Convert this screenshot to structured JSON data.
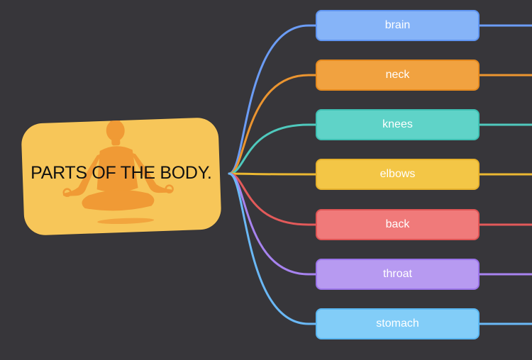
{
  "central_topic": {
    "title": "PARTS OF THE BODY.",
    "background_color": "#f7c659",
    "illustration": "meditating-person-icon",
    "illustration_color": "#f09a35"
  },
  "topics": [
    {
      "label": "brain",
      "color": "#86b4f8",
      "border": "#5f95f2"
    },
    {
      "label": "neck",
      "color": "#f1a240",
      "border": "#e58a1f"
    },
    {
      "label": "knees",
      "color": "#5fd3c8",
      "border": "#3fc0b3"
    },
    {
      "label": "elbows",
      "color": "#f3c646",
      "border": "#e6b12c"
    },
    {
      "label": "back",
      "color": "#f07a7a",
      "border": "#e05555"
    },
    {
      "label": "throat",
      "color": "#b79af1",
      "border": "#9b74ea"
    },
    {
      "label": "stomach",
      "color": "#82cdf8",
      "border": "#5ab7f2"
    }
  ],
  "connector_colors": [
    "#6b9cf5",
    "#eb9530",
    "#4fc9bd",
    "#ebb832",
    "#e35a5a",
    "#a783ef",
    "#6ab8f5"
  ]
}
